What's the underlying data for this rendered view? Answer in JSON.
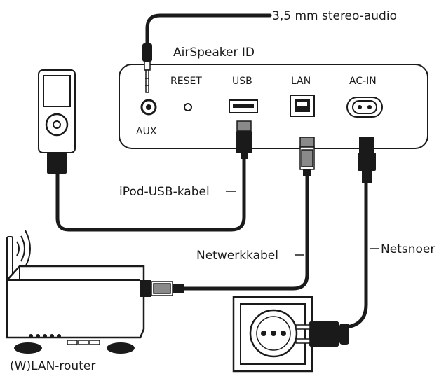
{
  "labels": {
    "audio_cable": "3,5 mm stereo-audio",
    "device_name": "AirSpeaker ID",
    "port_reset": "RESET",
    "port_usb": "USB",
    "port_lan": "LAN",
    "port_ac_in": "AC-IN",
    "port_aux": "AUX",
    "usb_cable": "iPod-USB-kabel",
    "network_cable": "Netwerkkabel",
    "power_cord": "Netsnoer",
    "router": "(W)LAN-router"
  },
  "icons": {
    "ipod": "ipod-icon",
    "router": "router-icon",
    "socket": "wall-socket-icon",
    "wifi": "wifi-waves-icon"
  },
  "colors": {
    "line": "#1a1a1a",
    "background": "#ffffff",
    "plug_grey": "#8a8a8a"
  }
}
